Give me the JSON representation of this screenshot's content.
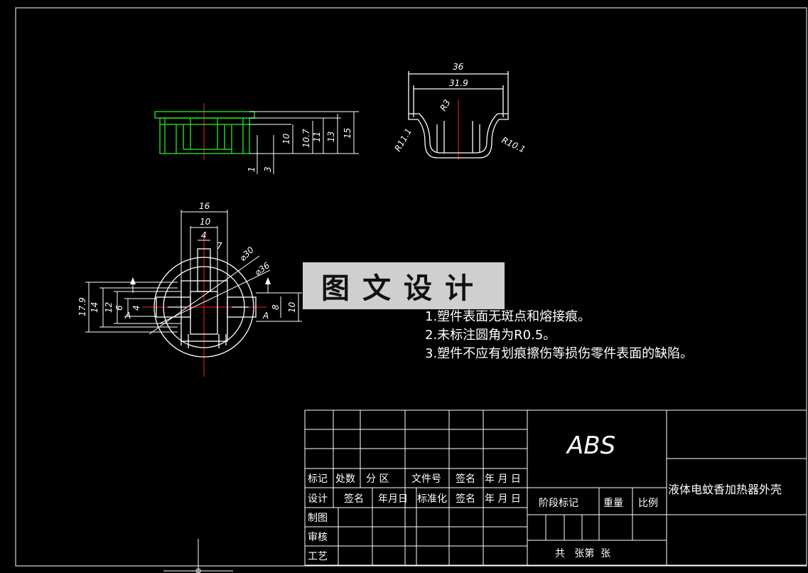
{
  "drawing": {
    "background": "#000000",
    "line_color": "#ffffff",
    "part_color": "#22cc22",
    "center_color": "#ff2020"
  },
  "dimensions": {
    "front": [
      "10",
      "10.7",
      "11",
      "13",
      "15",
      "1",
      "3"
    ],
    "side": [
      "36",
      "31.9",
      "R3",
      "R11.1",
      "R10.1"
    ],
    "top": [
      "16",
      "10",
      "4",
      "7",
      "⌀30",
      "⌀36",
      "17.9",
      "14",
      "12",
      "6",
      "4",
      "8",
      "10",
      "A",
      "A"
    ]
  },
  "watermark": {
    "text": "图文设计"
  },
  "notes": [
    "1.塑件表面无斑点和熔接痕。",
    "2.未标注圆角为R0.5。",
    "3.塑件不应有划痕擦伤等损伤零件表面的缺陷。"
  ],
  "title_block": {
    "material": "ABS",
    "part_name": "液体电蚊香加热器外壳",
    "row_labels": [
      "标记",
      "处数",
      "分 区",
      "文件号",
      "签名",
      "年 月 日"
    ],
    "sign_labels": [
      "设计",
      "签名",
      "年月日",
      "标准化",
      "签名",
      "年 月 日"
    ],
    "left_labels": [
      "制图",
      "审核",
      "工艺"
    ],
    "stage_label": "阶段标记",
    "weight_label": "重量",
    "scale_label": "比例",
    "sheet_label": "共   张第  张"
  }
}
